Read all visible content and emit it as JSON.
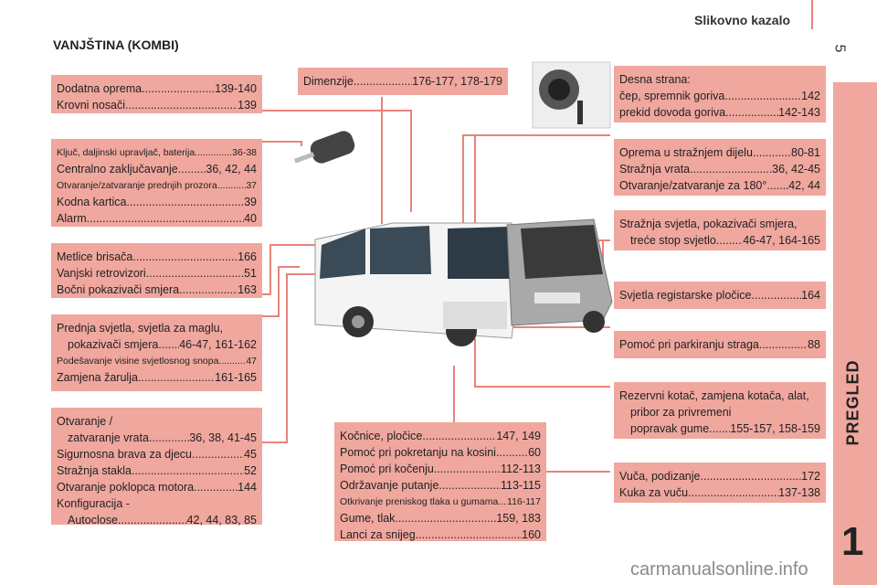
{
  "header": {
    "title": "Slikovno kazalo",
    "page_number": "5"
  },
  "section_title": "VANJŠTINA (KOMBI)",
  "side_tab": {
    "text": "PREGLED",
    "chapter": "1"
  },
  "watermark": "carmanualsonline.info",
  "colors": {
    "box": "#f0a79e",
    "line": "#e8837a",
    "text": "#222222"
  },
  "boxes": {
    "b1": {
      "rows": [
        {
          "label": "Dodatna oprema",
          "page": "139-140"
        },
        {
          "label": "Krovni nosači",
          "page": "139"
        }
      ]
    },
    "b2": {
      "rows": [
        {
          "label": "Ključ, daljinski upravljač, baterija",
          "page": "36-38"
        },
        {
          "label": "Centralno zaključavanje",
          "page": "36, 42, 44"
        },
        {
          "label": "Otvaranje/zatvaranje prednjih prozora",
          "page": "37"
        },
        {
          "label": "Kodna kartica",
          "page": "39"
        },
        {
          "label": "Alarm",
          "page": "40"
        }
      ]
    },
    "b3": {
      "rows": [
        {
          "label": "Metlice brisača",
          "page": "166"
        },
        {
          "label": "Vanjski retrovizori",
          "page": "51"
        },
        {
          "label": "Bočni pokazivači smjera",
          "page": "163"
        }
      ]
    },
    "b4": {
      "rows": [
        {
          "label": "Prednja svjetla, svjetla za maglu,",
          "page": ""
        },
        {
          "label": "pokazivači smjera",
          "page": "46-47, 161-162"
        },
        {
          "label": "Podešavanje visine svjetlosnog snopa",
          "page": "47"
        },
        {
          "label": "Zamjena žarulja",
          "page": "161-165"
        }
      ]
    },
    "b5": {
      "rows": [
        {
          "label": "Otvaranje /",
          "page": ""
        },
        {
          "label": "zatvaranje vrata",
          "page": "36, 38, 41-45"
        },
        {
          "label": "Sigurnosna brava za djecu",
          "page": "45"
        },
        {
          "label": "Stražnja stakla",
          "page": "52"
        },
        {
          "label": "Otvaranje poklopca motora",
          "page": "144"
        },
        {
          "label": "Konfiguracija -",
          "page": ""
        },
        {
          "label": "Autoclose",
          "page": "42, 44, 83, 85"
        }
      ]
    },
    "b6": {
      "rows": [
        {
          "label": "Dimenzije",
          "page": "176-177, 178-179"
        }
      ]
    },
    "b7": {
      "rows": [
        {
          "label": "Kočnice, pločice",
          "page": "147, 149"
        },
        {
          "label": "Pomoć pri pokretanju na kosini",
          "page": "60"
        },
        {
          "label": "Pomoć pri kočenju",
          "page": "112-113"
        },
        {
          "label": "Održavanje putanje",
          "page": "113-115"
        },
        {
          "label": "Otkrivanje preniskog tlaka u gumama",
          "page": "116-117"
        },
        {
          "label": "Gume, tlak",
          "page": "159, 183"
        },
        {
          "label": "Lanci za snijeg",
          "page": "160"
        }
      ]
    },
    "b8": {
      "rows": [
        {
          "label": "Desna strana:",
          "page": ""
        },
        {
          "label": "čep, spremnik goriva",
          "page": "142"
        },
        {
          "label": "prekid dovoda goriva",
          "page": "142-143"
        }
      ]
    },
    "b9": {
      "rows": [
        {
          "label": "Oprema u stražnjem dijelu",
          "page": "80-81"
        },
        {
          "label": "Stražnja vrata",
          "page": "36, 42-45"
        },
        {
          "label": "Otvaranje/zatvaranje za 180°",
          "page": "42, 44"
        }
      ]
    },
    "b10": {
      "rows": [
        {
          "label": "Stražnja svjetla, pokazivači smjera,",
          "page": ""
        },
        {
          "label": "treće stop svjetlo",
          "page": "46-47, 164-165"
        }
      ]
    },
    "b11": {
      "rows": [
        {
          "label": "Svjetla registarske pločice",
          "page": "164"
        }
      ]
    },
    "b12": {
      "rows": [
        {
          "label": "Pomoć pri parkiranju straga",
          "page": "88"
        }
      ]
    },
    "b13": {
      "rows": [
        {
          "label": "Rezervni kotač, zamjena kotača, alat,",
          "page": ""
        },
        {
          "label": "pribor za privremeni",
          "page": ""
        },
        {
          "label": "popravak gume",
          "page": "155-157, 158-159"
        }
      ]
    },
    "b14": {
      "rows": [
        {
          "label": "Vuča, podizanje",
          "page": "172"
        },
        {
          "label": "Kuka za vuču",
          "page": "137-138"
        }
      ]
    }
  }
}
